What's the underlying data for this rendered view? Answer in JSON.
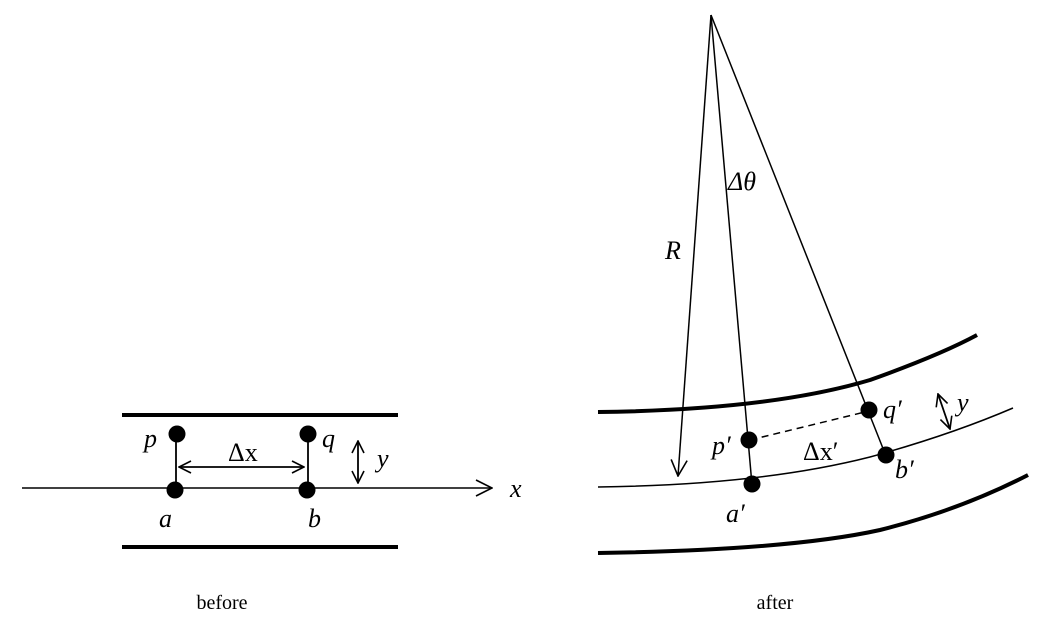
{
  "before": {
    "caption": "before",
    "axis_label": "x",
    "points": {
      "a": "a",
      "b": "b",
      "p": "p",
      "q": "q"
    },
    "dx_label": "Δx",
    "y_label": "y"
  },
  "after": {
    "caption": "after",
    "radius_label": "R",
    "dtheta_label": "Δθ",
    "points": {
      "a": "a′",
      "b": "b′",
      "p": "p′",
      "q": "q′"
    },
    "dx_label": "Δx′",
    "y_label": "y"
  },
  "colors": {
    "line": "#000000",
    "background": "#ffffff"
  }
}
